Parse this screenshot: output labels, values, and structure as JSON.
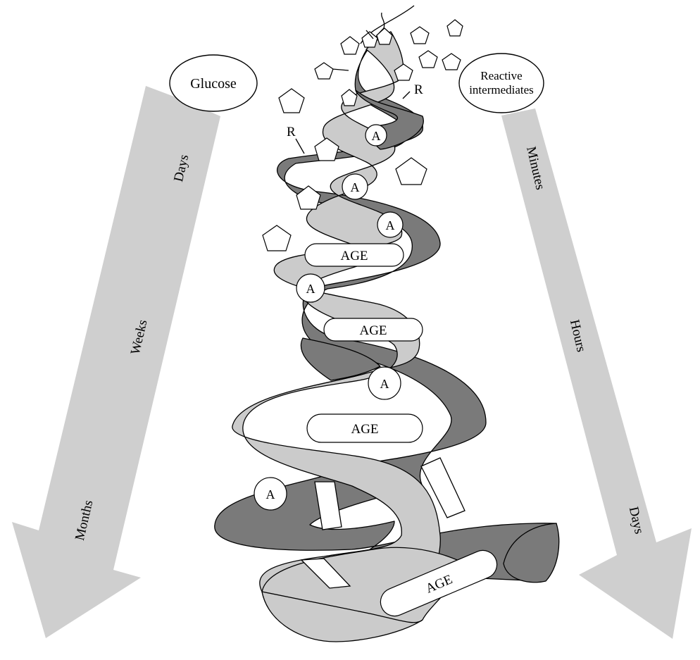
{
  "left_arrow": {
    "source": "Glucose",
    "stages": [
      "Days",
      "Weeks",
      "Months"
    ]
  },
  "right_arrow": {
    "source_line1": "Reactive",
    "source_line2": "intermediates",
    "stages": [
      "Minutes",
      "Hours",
      "Days"
    ]
  },
  "labels": {
    "r": "R",
    "amadori": "A",
    "age": "AGE"
  },
  "colors": {
    "arrow": "#cfcfcf",
    "strand_dark": "#7a7a7a",
    "strand_light": "#cbcbcb"
  }
}
